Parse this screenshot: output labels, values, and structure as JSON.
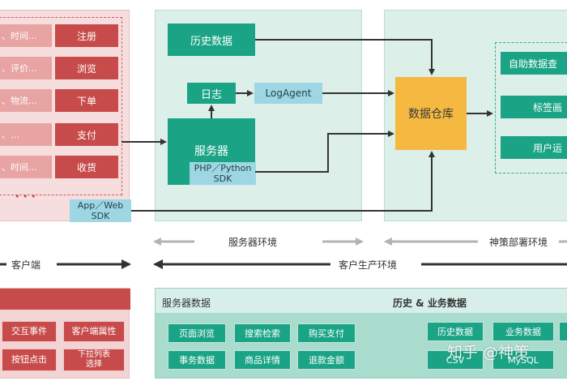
{
  "client_rows": [
    {
      "left": "、时间…",
      "action": "注册"
    },
    {
      "left": "、评价…",
      "action": "浏览"
    },
    {
      "left": "、物流…",
      "action": "下单"
    },
    {
      "left": "、…",
      "action": "支付"
    },
    {
      "left": "、时间…",
      "action": "收货"
    }
  ],
  "client_more": "• • •",
  "app_sdk": "App／Web\nSDK",
  "server_env": {
    "history": "历史数据",
    "log": "日志",
    "logagent": "LogAgent",
    "server": "服务器",
    "php_sdk": "PHP／Python\nSDK"
  },
  "warehouse": "数据仓库",
  "deploy_items": [
    "自助数据查",
    "标签画",
    "用户运"
  ],
  "labels": {
    "server_env": "服务器环境",
    "deploy_env": "神策部署环境",
    "client": "客户端",
    "customer_env": "客户生产环境"
  },
  "client_data_items": [
    "交互事件",
    "客户端属性",
    "按钮点击",
    "下拉列表\n选择"
  ],
  "server_data": {
    "title": "服务器数据",
    "history_title": "历史 & 业务数据",
    "items": [
      "页面浏览",
      "搜索检索",
      "购买支付",
      "事务数据",
      "商品详情",
      "退款金额"
    ],
    "history_items": [
      "历史数据",
      "业务数据",
      "CSV",
      "MySQL"
    ]
  },
  "watermark": "知乎 @神策"
}
